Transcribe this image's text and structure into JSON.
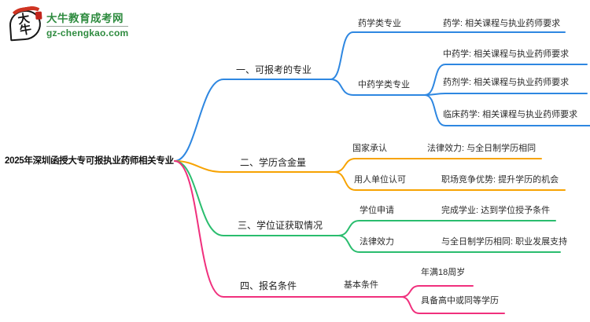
{
  "logo": {
    "mark_text": "大牛",
    "site_name": "大牛教育成考网",
    "site_url": "gz-chengkao.com",
    "brand_green": "#2e8b3f",
    "seal_red": "#c2251c"
  },
  "colors": {
    "blue": "#2e87e1",
    "orange": "#f7a302",
    "green": "#2abd6e",
    "pink": "#f0307d"
  },
  "mindmap": {
    "root_title": "2025年深圳函授大专可报执业药师相关专业",
    "branches": [
      {
        "label": "一、可报考的专业",
        "color": "#2e87e1",
        "children": [
          {
            "label": "药学类专业",
            "children": [
              {
                "label": "药学: 相关课程与执业药师要求"
              }
            ]
          },
          {
            "label": "中药学类专业",
            "children": [
              {
                "label": "中药学: 相关课程与执业药师要求"
              },
              {
                "label": "药剂学: 相关课程与执业药师要求"
              },
              {
                "label": "临床药学: 相关课程与执业药师要求"
              }
            ]
          }
        ]
      },
      {
        "label": "二、学历含金量",
        "color": "#f7a302",
        "children": [
          {
            "label": "国家承认",
            "children": [
              {
                "label": "法律效力: 与全日制学历相同"
              }
            ]
          },
          {
            "label": "用人单位认可",
            "children": [
              {
                "label": "职场竞争优势: 提升学历的机会"
              }
            ]
          }
        ]
      },
      {
        "label": "三、学位证获取情况",
        "color": "#2abd6e",
        "children": [
          {
            "label": "学位申请",
            "children": [
              {
                "label": "完成学业: 达到学位授予条件"
              }
            ]
          },
          {
            "label": "法律效力",
            "children": [
              {
                "label": "与全日制学历相同: 职业发展支持"
              }
            ]
          }
        ]
      },
      {
        "label": "四、报名条件",
        "color": "#f0307d",
        "children": [
          {
            "label": "基本条件",
            "children": [
              {
                "label": "年满18周岁"
              },
              {
                "label": "具备高中或同等学历"
              }
            ]
          }
        ]
      }
    ]
  }
}
